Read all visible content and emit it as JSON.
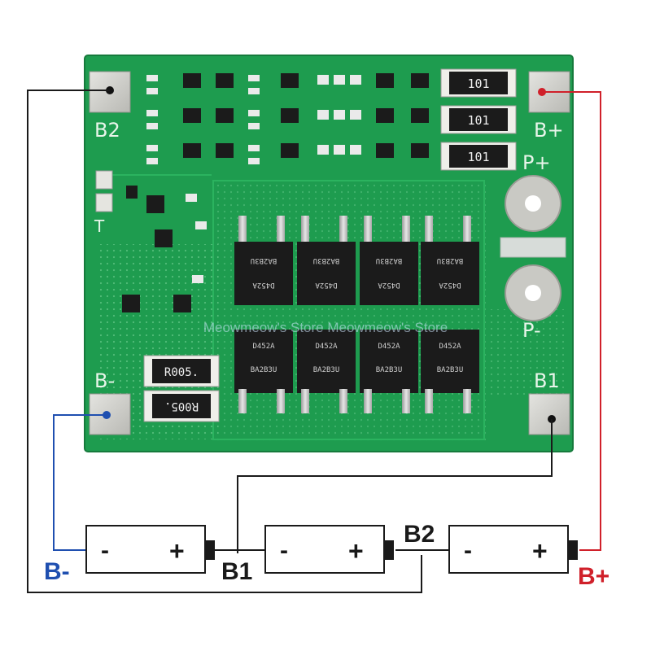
{
  "pcb": {
    "labels": {
      "b2": "B2",
      "b_plus": "B+",
      "p_plus": "P+",
      "b_minus": "B-",
      "p_minus": "P-",
      "b1": "B1",
      "t": "T"
    },
    "resistors": [
      "101",
      "101",
      "101"
    ],
    "shunts": [
      "R005.",
      "R005."
    ],
    "mosfet_top": [
      "BA2B3U",
      "D452A"
    ],
    "mosfet_bottom": [
      "D452A",
      "BA2B3U"
    ]
  },
  "watermark": "Meowmeow's Store Meowmeow's Store",
  "battery": {
    "plus": "+",
    "minus": "-"
  },
  "wiring": {
    "b2": "B2",
    "b1": "B1",
    "b_minus": "B-",
    "b_plus": "B+"
  },
  "colors": {
    "pcb": "#1e9c4f",
    "negative_wire": "#1f4fb0",
    "positive_wire": "#d0202a",
    "wire": "#1a1a1a"
  }
}
